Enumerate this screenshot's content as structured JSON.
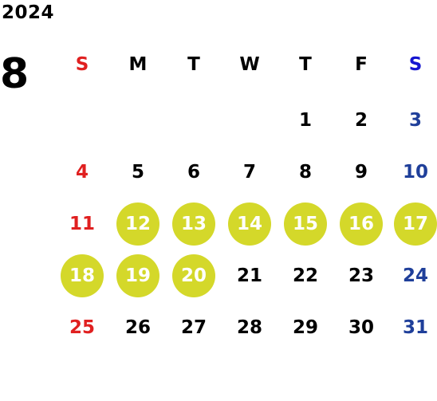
{
  "year": "2024",
  "month": "8",
  "weekdays": [
    "S",
    "M",
    "T",
    "W",
    "T",
    "F",
    "S"
  ],
  "weeks": [
    [
      "",
      "",
      "",
      "",
      "1",
      "2",
      "3"
    ],
    [
      "4",
      "5",
      "6",
      "7",
      "8",
      "9",
      "10"
    ],
    [
      "11",
      "12",
      "13",
      "14",
      "15",
      "16",
      "17"
    ],
    [
      "18",
      "19",
      "20",
      "21",
      "22",
      "23",
      "24"
    ],
    [
      "25",
      "26",
      "27",
      "28",
      "29",
      "30",
      "31"
    ]
  ],
  "highlighted_days": [
    "12",
    "13",
    "14",
    "15",
    "16",
    "17",
    "18",
    "19",
    "20"
  ],
  "colors": {
    "sunday": "#e02020",
    "saturday": "#1f3f9a",
    "saturday_header": "#1515d0",
    "highlight": "#d4d82a",
    "highlight_text": "#ffffff",
    "default_text": "#000000"
  }
}
